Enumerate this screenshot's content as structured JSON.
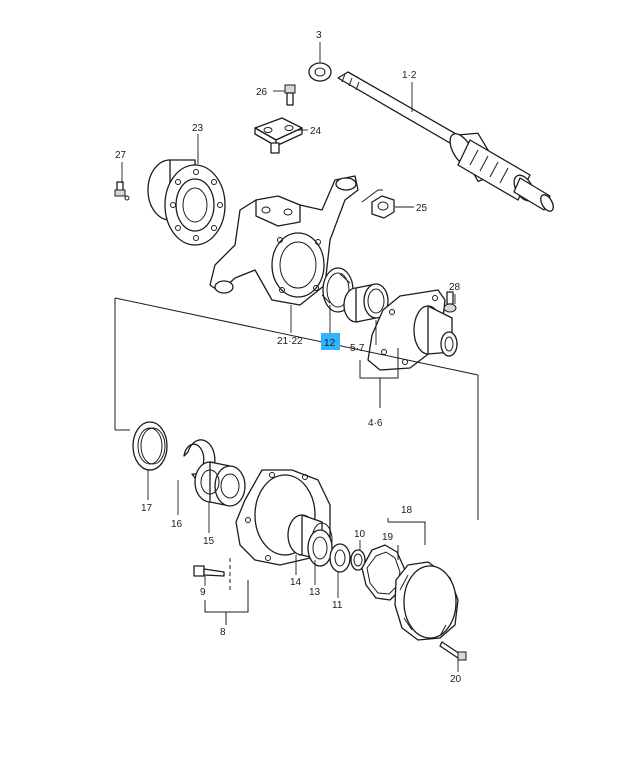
{
  "labels": {
    "l3": "3",
    "l1_2": "1·2",
    "l26": "26",
    "l24": "24",
    "l23": "23",
    "l27": "27",
    "l25": "25",
    "l28": "28",
    "l21_22": "21·22",
    "l12": "12",
    "l5_7": "5·7",
    "l4_6": "4·6",
    "l17": "17",
    "l16": "16",
    "l15": "15",
    "l18": "18",
    "l19": "19",
    "l10": "10",
    "l14": "14",
    "l13": "13",
    "l11": "11",
    "l9": "9",
    "l8": "8",
    "l20": "20"
  },
  "highlight": {
    "part": "12",
    "color": "#2fb4ff"
  }
}
